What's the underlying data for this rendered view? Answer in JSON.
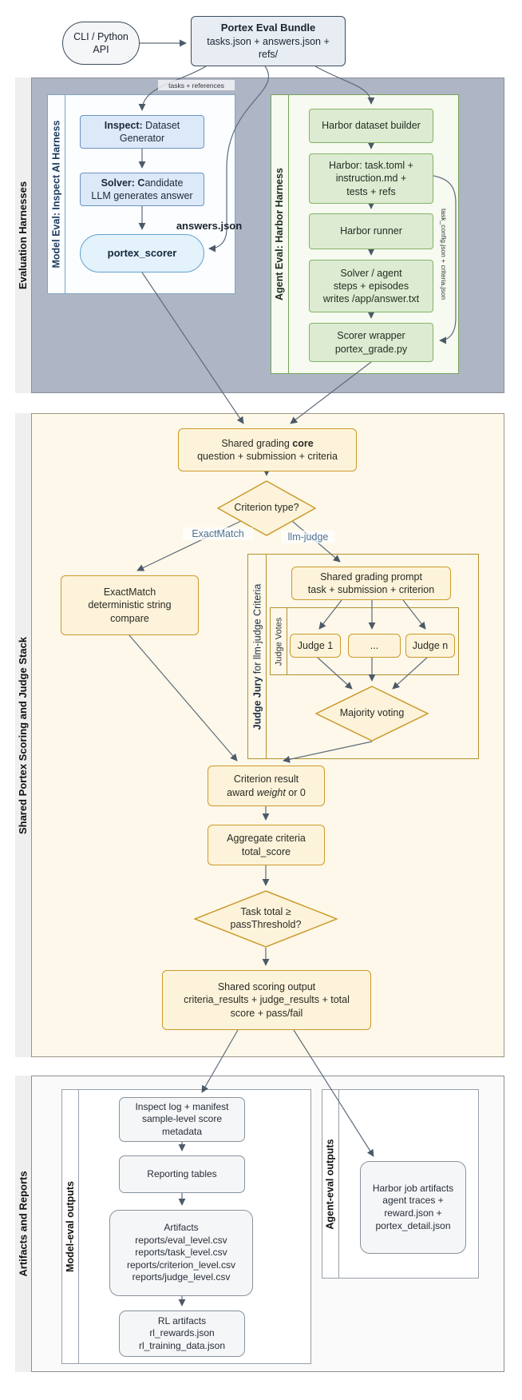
{
  "top": {
    "cli": {
      "lines": [
        "CLI / Python",
        "API"
      ]
    },
    "bundle": {
      "title": "Portex Eval Bundle",
      "lines": [
        "tasks.json + answers.json +",
        "refs/"
      ]
    }
  },
  "colors": {
    "harness_section_fill": "#aeb5c4",
    "model_node_fill": "#dbe9f9",
    "model_node_border": "#6e93bf",
    "agent_node_fill": "#dcebd2",
    "agent_node_border": "#82b366",
    "scoring_section_fill": "#fdf8e9",
    "scoring_node_fill": "#fcf3da",
    "scoring_node_border": "#cc9a2c",
    "artifact_node_fill": "#f5f6f7",
    "artifact_node_border": "#88929e",
    "arrow": "#55626f",
    "edge_label_blue": "#4d7298"
  },
  "harnesses": {
    "label": "Evaluation Harnesses",
    "model": {
      "label": "Model Eval: Inspect AI Harness",
      "inspect": {
        "bold": "Inspect:",
        "after": " Dataset",
        "line2": "Generator"
      },
      "solver": {
        "bold": "Solver: C",
        "after": "andidate",
        "line2": "LLM generates answer"
      },
      "scorer": "portex_scorer"
    },
    "agent": {
      "label": "Agent Eval: Harbor Harness",
      "builder": "Harbor dataset builder",
      "task": {
        "lines": [
          "Harbor: task.toml +",
          "instruction.md +",
          "tests + refs"
        ]
      },
      "runner": "Harbor runner",
      "solver": {
        "lines": [
          "Solver / agent",
          "steps + episodes",
          "writes /app/answer.txt"
        ]
      },
      "scorer": {
        "lines": [
          "Scorer wrapper",
          "portex_grade.py"
        ]
      }
    },
    "edge_labels": {
      "tasks_refs": "tasks + references",
      "answers": "answers.json",
      "task_config": "task_config.json + criteria.json"
    }
  },
  "scoring": {
    "label": "Shared Portex Scoring and Judge Stack",
    "core": {
      "pre": "Shared grading ",
      "bold": "core",
      "line2": "question + submission + criteria"
    },
    "criterion_type": "Criterion type?",
    "exact_label": "ExactMatch",
    "llm_label": "llm-judge",
    "exact_box": {
      "lines": [
        "ExactMatch",
        "deterministic string",
        "compare"
      ]
    },
    "jury": {
      "label_bold": "Judge Jury",
      "label_rest": " for llm-judge Criteria",
      "prompt": {
        "lines": [
          "Shared grading prompt",
          "task + submission + criterion"
        ]
      },
      "votes_label": "Judge Votes",
      "judges": [
        "Judge 1",
        "...",
        "Judge n"
      ],
      "majority": "Majority voting"
    },
    "criterion_result": {
      "line1": "Criterion result",
      "pre": "award ",
      "italic": "weight",
      "post": " or 0"
    },
    "aggregate": {
      "lines": [
        "Aggregate criteria",
        "total_score"
      ]
    },
    "threshold": {
      "lines": [
        "Task total ≥",
        "passThreshold?"
      ]
    },
    "output": {
      "lines": [
        "Shared scoring output",
        "criteria_results + judge_results + total",
        "score + pass/fail"
      ]
    }
  },
  "artifacts": {
    "label": "Artifacts and Reports",
    "model_outputs": {
      "label": "Model-eval outputs",
      "inspect_log": {
        "lines": [
          "Inspect log + manifest",
          "sample-level score",
          "metadata"
        ]
      },
      "reporting": "Reporting tables",
      "artifacts_box": {
        "lines": [
          "Artifacts",
          "reports/eval_level.csv",
          "reports/task_level.csv",
          "reports/criterion_level.csv",
          "reports/judge_level.csv"
        ]
      },
      "rl": {
        "lines": [
          "RL artifacts",
          "rl_rewards.json",
          "rl_training_data.json"
        ]
      }
    },
    "agent_outputs": {
      "label": "Agent-eval outputs",
      "harbor_job": {
        "lines": [
          "Harbor job artifacts",
          "agent traces +",
          "reward.json +",
          "portex_detail.json"
        ]
      }
    }
  }
}
